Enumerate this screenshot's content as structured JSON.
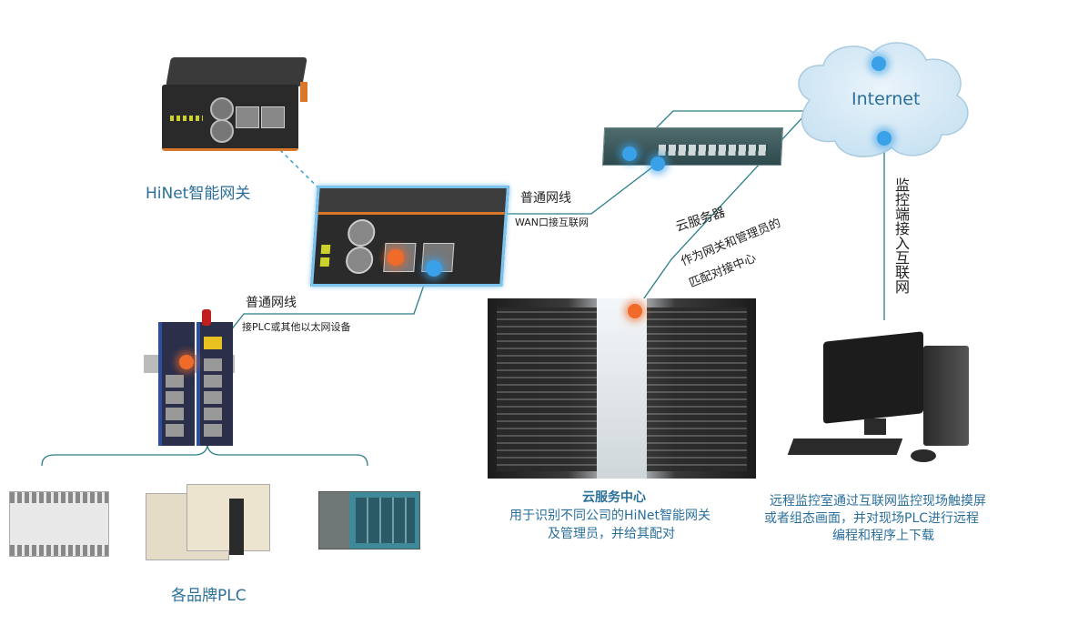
{
  "gateway": {
    "label": "HiNet智能网关"
  },
  "lan_cable": {
    "title": "普通网线",
    "note": "接PLC或其他以太网设备"
  },
  "wan_cable": {
    "title": "普通网线",
    "note": "WAN口接互联网"
  },
  "cloud_server": {
    "title": "云服务器",
    "note_line1": "作为网关和管理员的",
    "note_line2": "匹配对接中心"
  },
  "internet": {
    "label": "Internet"
  },
  "monitor_link": {
    "label": "监控端接入互联网"
  },
  "plc": {
    "label": "各品牌PLC"
  },
  "cloud_center": {
    "title": "云服务中心",
    "desc_line1": "用于识别不同公司的HiNet智能网关",
    "desc_line2": "及管理员，并给其配对"
  },
  "remote_monitor": {
    "line1": "远程监控室通过互联网监控现场触摸屏",
    "line2": "或者组态画面，并对现场PLC进行远程",
    "line3": "编程和程序上下载"
  },
  "colors": {
    "line": "#2a7d86",
    "accent_blue": "#2a6f9b",
    "dot_blue": "#3aa0e8",
    "dot_orange": "#f06a2a",
    "device_orange": "#d9782a"
  }
}
